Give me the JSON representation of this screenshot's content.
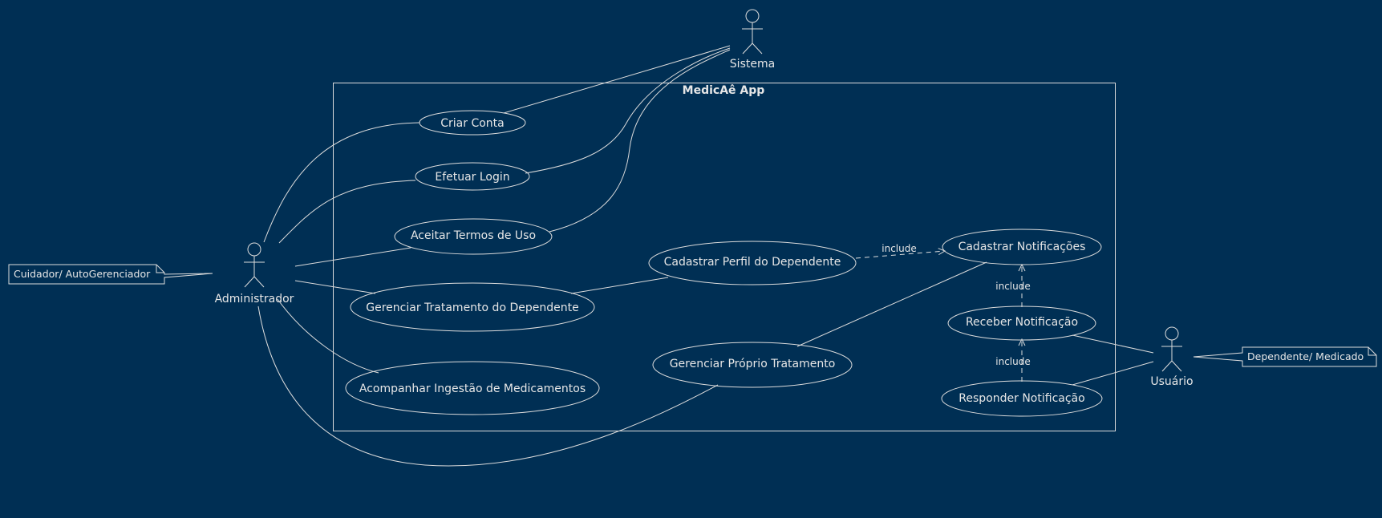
{
  "colors": {
    "background": "#002f54",
    "stroke": "#dcdcdc",
    "text": "#e6e6e6"
  },
  "system": {
    "title": "MedicAê App"
  },
  "actors": {
    "sistema": "Sistema",
    "administrador": "Administrador",
    "usuario": "Usuário"
  },
  "notes": {
    "administrador": "Cuidador/ AutoGerenciador",
    "usuario": "Dependente/ Medicado"
  },
  "use_cases": {
    "criar_conta": "Criar Conta",
    "efetuar_login": "Efetuar Login",
    "aceitar_termos": "Aceitar Termos de Uso",
    "gerenciar_tratamento_dependente": "Gerenciar Tratamento do Dependente",
    "acompanhar_ingestao": "Acompanhar Ingestão de Medicamentos",
    "cadastrar_perfil_dependente": "Cadastrar Perfil do Dependente",
    "gerenciar_proprio_tratamento": "Gerenciar Próprio Tratamento",
    "cadastrar_notificacoes": "Cadastrar Notificações",
    "receber_notificacao": "Receber Notificação",
    "responder_notificacao": "Responder Notificação"
  },
  "relations": {
    "include_perfil_notificacoes": "include",
    "include_receber_cadastrar": "include",
    "include_responder_receber": "include"
  }
}
